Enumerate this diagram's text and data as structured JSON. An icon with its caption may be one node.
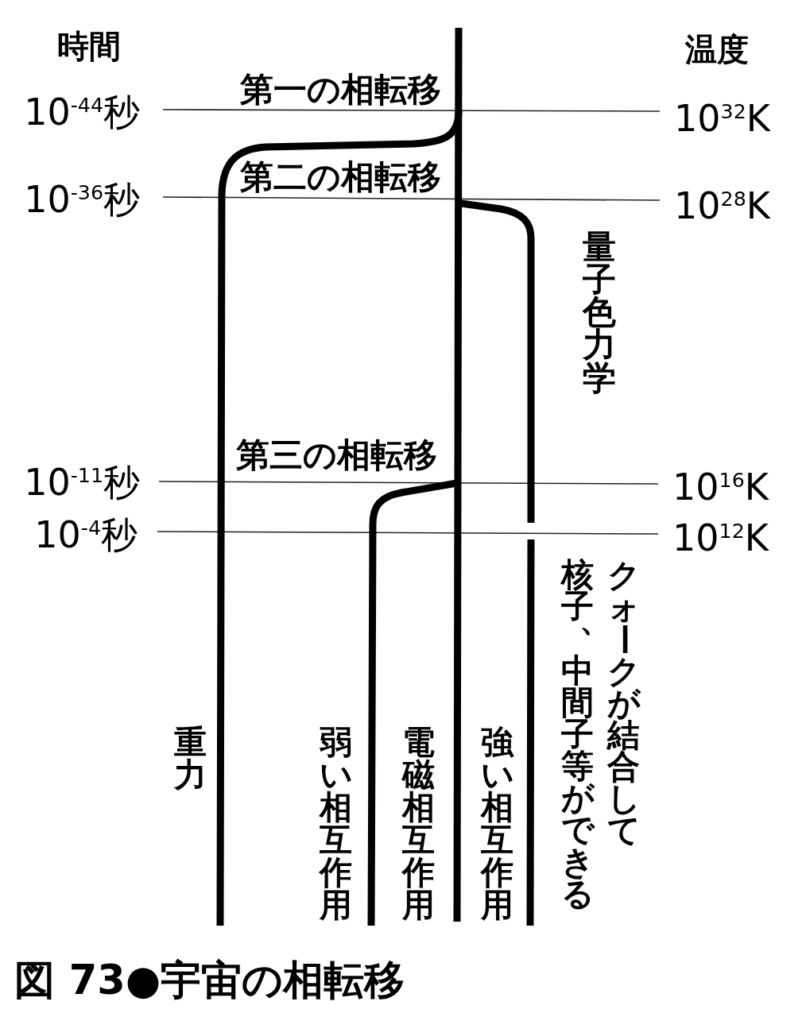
{
  "diagram": {
    "caption": "図 73●宇宙の相転移",
    "labels": [
      "時間",
      "温度",
      "第一の相転移",
      "10$^{-44}$秒",
      "10$^{32}$K",
      "第二の相転移",
      "10$^{-36}$秒",
      "10$^{28}$K",
      "量子色力学",
      "第三の相転移",
      "10$^{-11}$秒",
      "10$^{16}$K",
      "10$^{-4}$秒",
      "10$^{12}$K",
      "核子、中間子等ができる",
      "クォークが結合して",
      "重力",
      "弱い相互作用",
      "電磁相互作用",
      "強い相互作用"
    ]
  }
}
